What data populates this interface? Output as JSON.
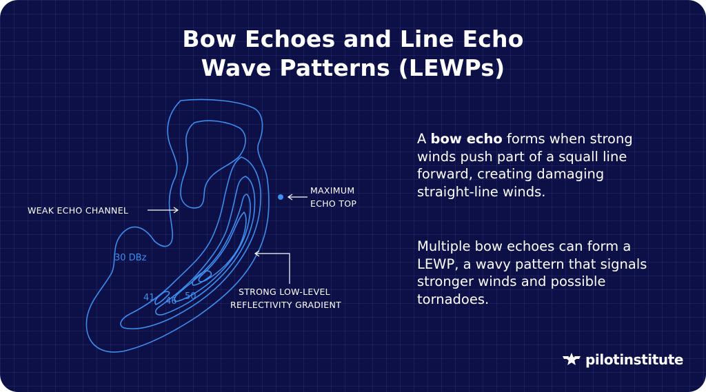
{
  "title": {
    "line1": "Bow Echoes and Line Echo",
    "line2": "Wave Patterns (LEWPs)"
  },
  "diagram": {
    "labels": {
      "weak_echo_channel": "WEAK ECHO CHANNEL",
      "max_echo_top_line1": "MAXIMUM",
      "max_echo_top_line2": "ECHO TOP",
      "gradient_line1": "STRONG LOW-LEVEL",
      "gradient_line2": "REFLECTIVITY GRADIENT"
    },
    "dbz_labels": {
      "outer": "30 DBz",
      "c41": "41",
      "c46": "46",
      "c50": "50"
    }
  },
  "paragraphs": {
    "p1_bold": "bow echo",
    "p1_pre": "A ",
    "p1_post": " forms when strong winds push part of a squall line forward, creating damaging straight-line winds.",
    "p2": "Multiple bow echoes can form a LEWP, a wavy pattern that signals stronger winds and possible tornadoes."
  },
  "brand": {
    "name": "pilotinstitute",
    "logo_icon": "winged-star-icon"
  },
  "colors": {
    "background": "#0d1046",
    "contour": "#3d8ef0",
    "text": "#ffffff"
  }
}
